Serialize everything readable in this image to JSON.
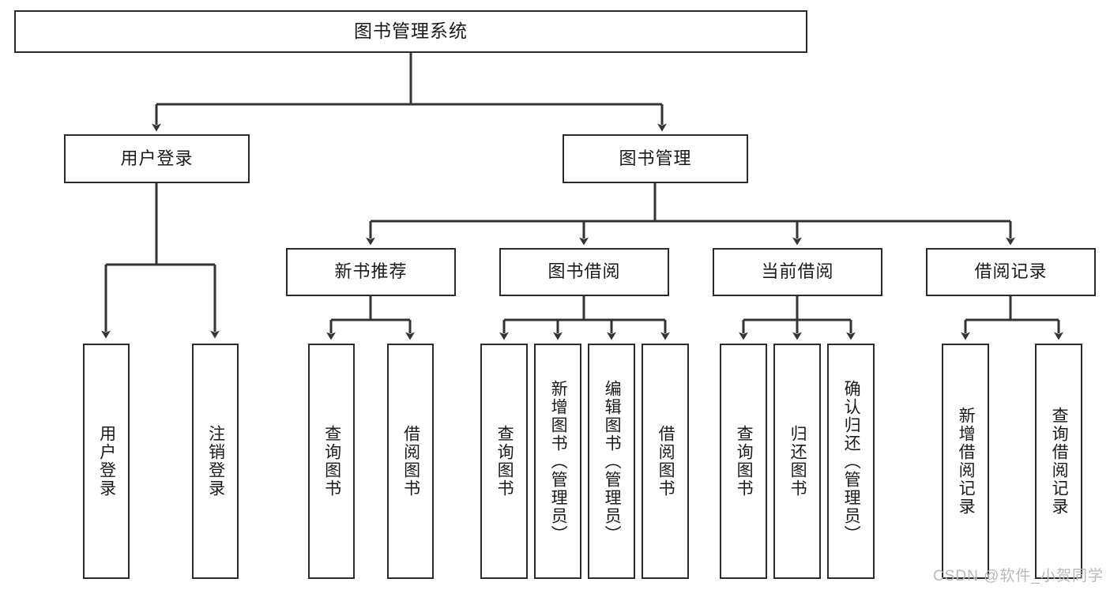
{
  "diagram": {
    "title": "图书管理系统",
    "type": "tree",
    "watermark": "CSDN @软件_小贺同学",
    "colors": {
      "box_border": "#2b2b2b",
      "box_fill": "#ffffff",
      "edge": "#333333",
      "text": "#1a1a1a",
      "watermark": "#b9b9b9"
    },
    "nodes": {
      "root": "图书管理系统",
      "level2": [
        "用户登录",
        "图书管理"
      ],
      "level3": [
        "新书推荐",
        "图书借阅",
        "当前借阅",
        "借阅记录"
      ],
      "leaves": {
        "user_login": [
          "用户登录",
          "注销登录"
        ],
        "new_book_recommend": [
          "查询图书",
          "借阅图书"
        ],
        "book_borrow": [
          "查询图书",
          "新增图书（管理员）",
          "编辑图书（管理员）",
          "借阅图书"
        ],
        "current_borrow": [
          "查询图书",
          "归还图书",
          "确认归还（管理员）"
        ],
        "borrow_record": [
          "新增借阅记录",
          "查询借阅记录"
        ]
      }
    }
  }
}
